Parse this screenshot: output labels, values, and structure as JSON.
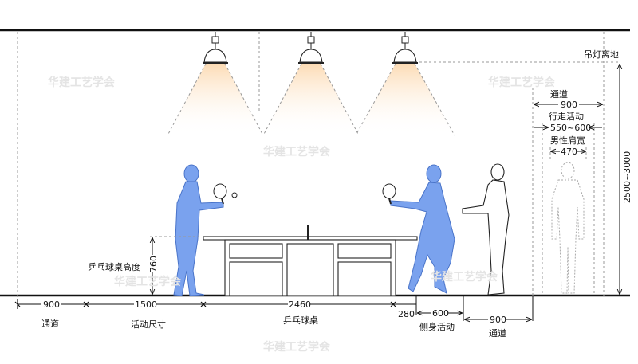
{
  "watermark": "华建工艺学会",
  "labels": {
    "lamp_height": "吊灯离地",
    "lamp_height_value": "2500~3000",
    "aisle_right_title": "通道",
    "aisle_right_value": "900",
    "walking_title": "行走活动",
    "walking_value": "550~600",
    "shoulder_title": "男性肩宽",
    "shoulder_value": "470",
    "table_height_title": "乒乓球桌高度",
    "table_height_value": "760"
  },
  "bottom_dimensions": [
    {
      "value": "900",
      "label": "通道"
    },
    {
      "value": "1500",
      "label": "活动尺寸"
    },
    {
      "value": "2460",
      "label": "乒乓球桌"
    },
    {
      "value": "280",
      "label": ""
    },
    {
      "value": "600",
      "label": "侧身活动"
    },
    {
      "value": "900",
      "label": "通道"
    }
  ],
  "colors": {
    "player": "#7aa2ee",
    "light": "#fde3c4"
  }
}
